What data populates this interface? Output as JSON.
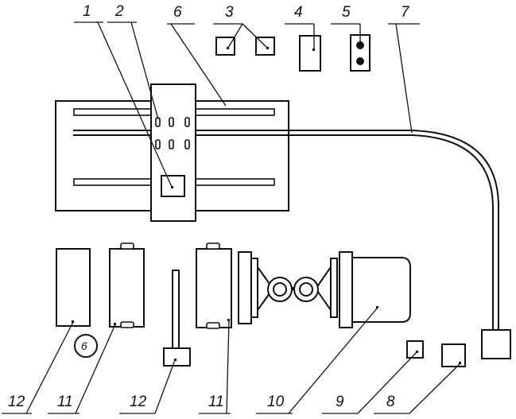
{
  "labels": {
    "item_1": "1",
    "item_2": "2",
    "item_3": "3",
    "item_4": "4",
    "item_5": "5",
    "item_6": "6",
    "item_7": "7",
    "item_8": "8",
    "item_9": "9",
    "item_10": "10",
    "item_11_left": "11",
    "item_11_right": "11",
    "item_12_left": "12",
    "item_12_right": "12"
  },
  "circle_marker": "6"
}
